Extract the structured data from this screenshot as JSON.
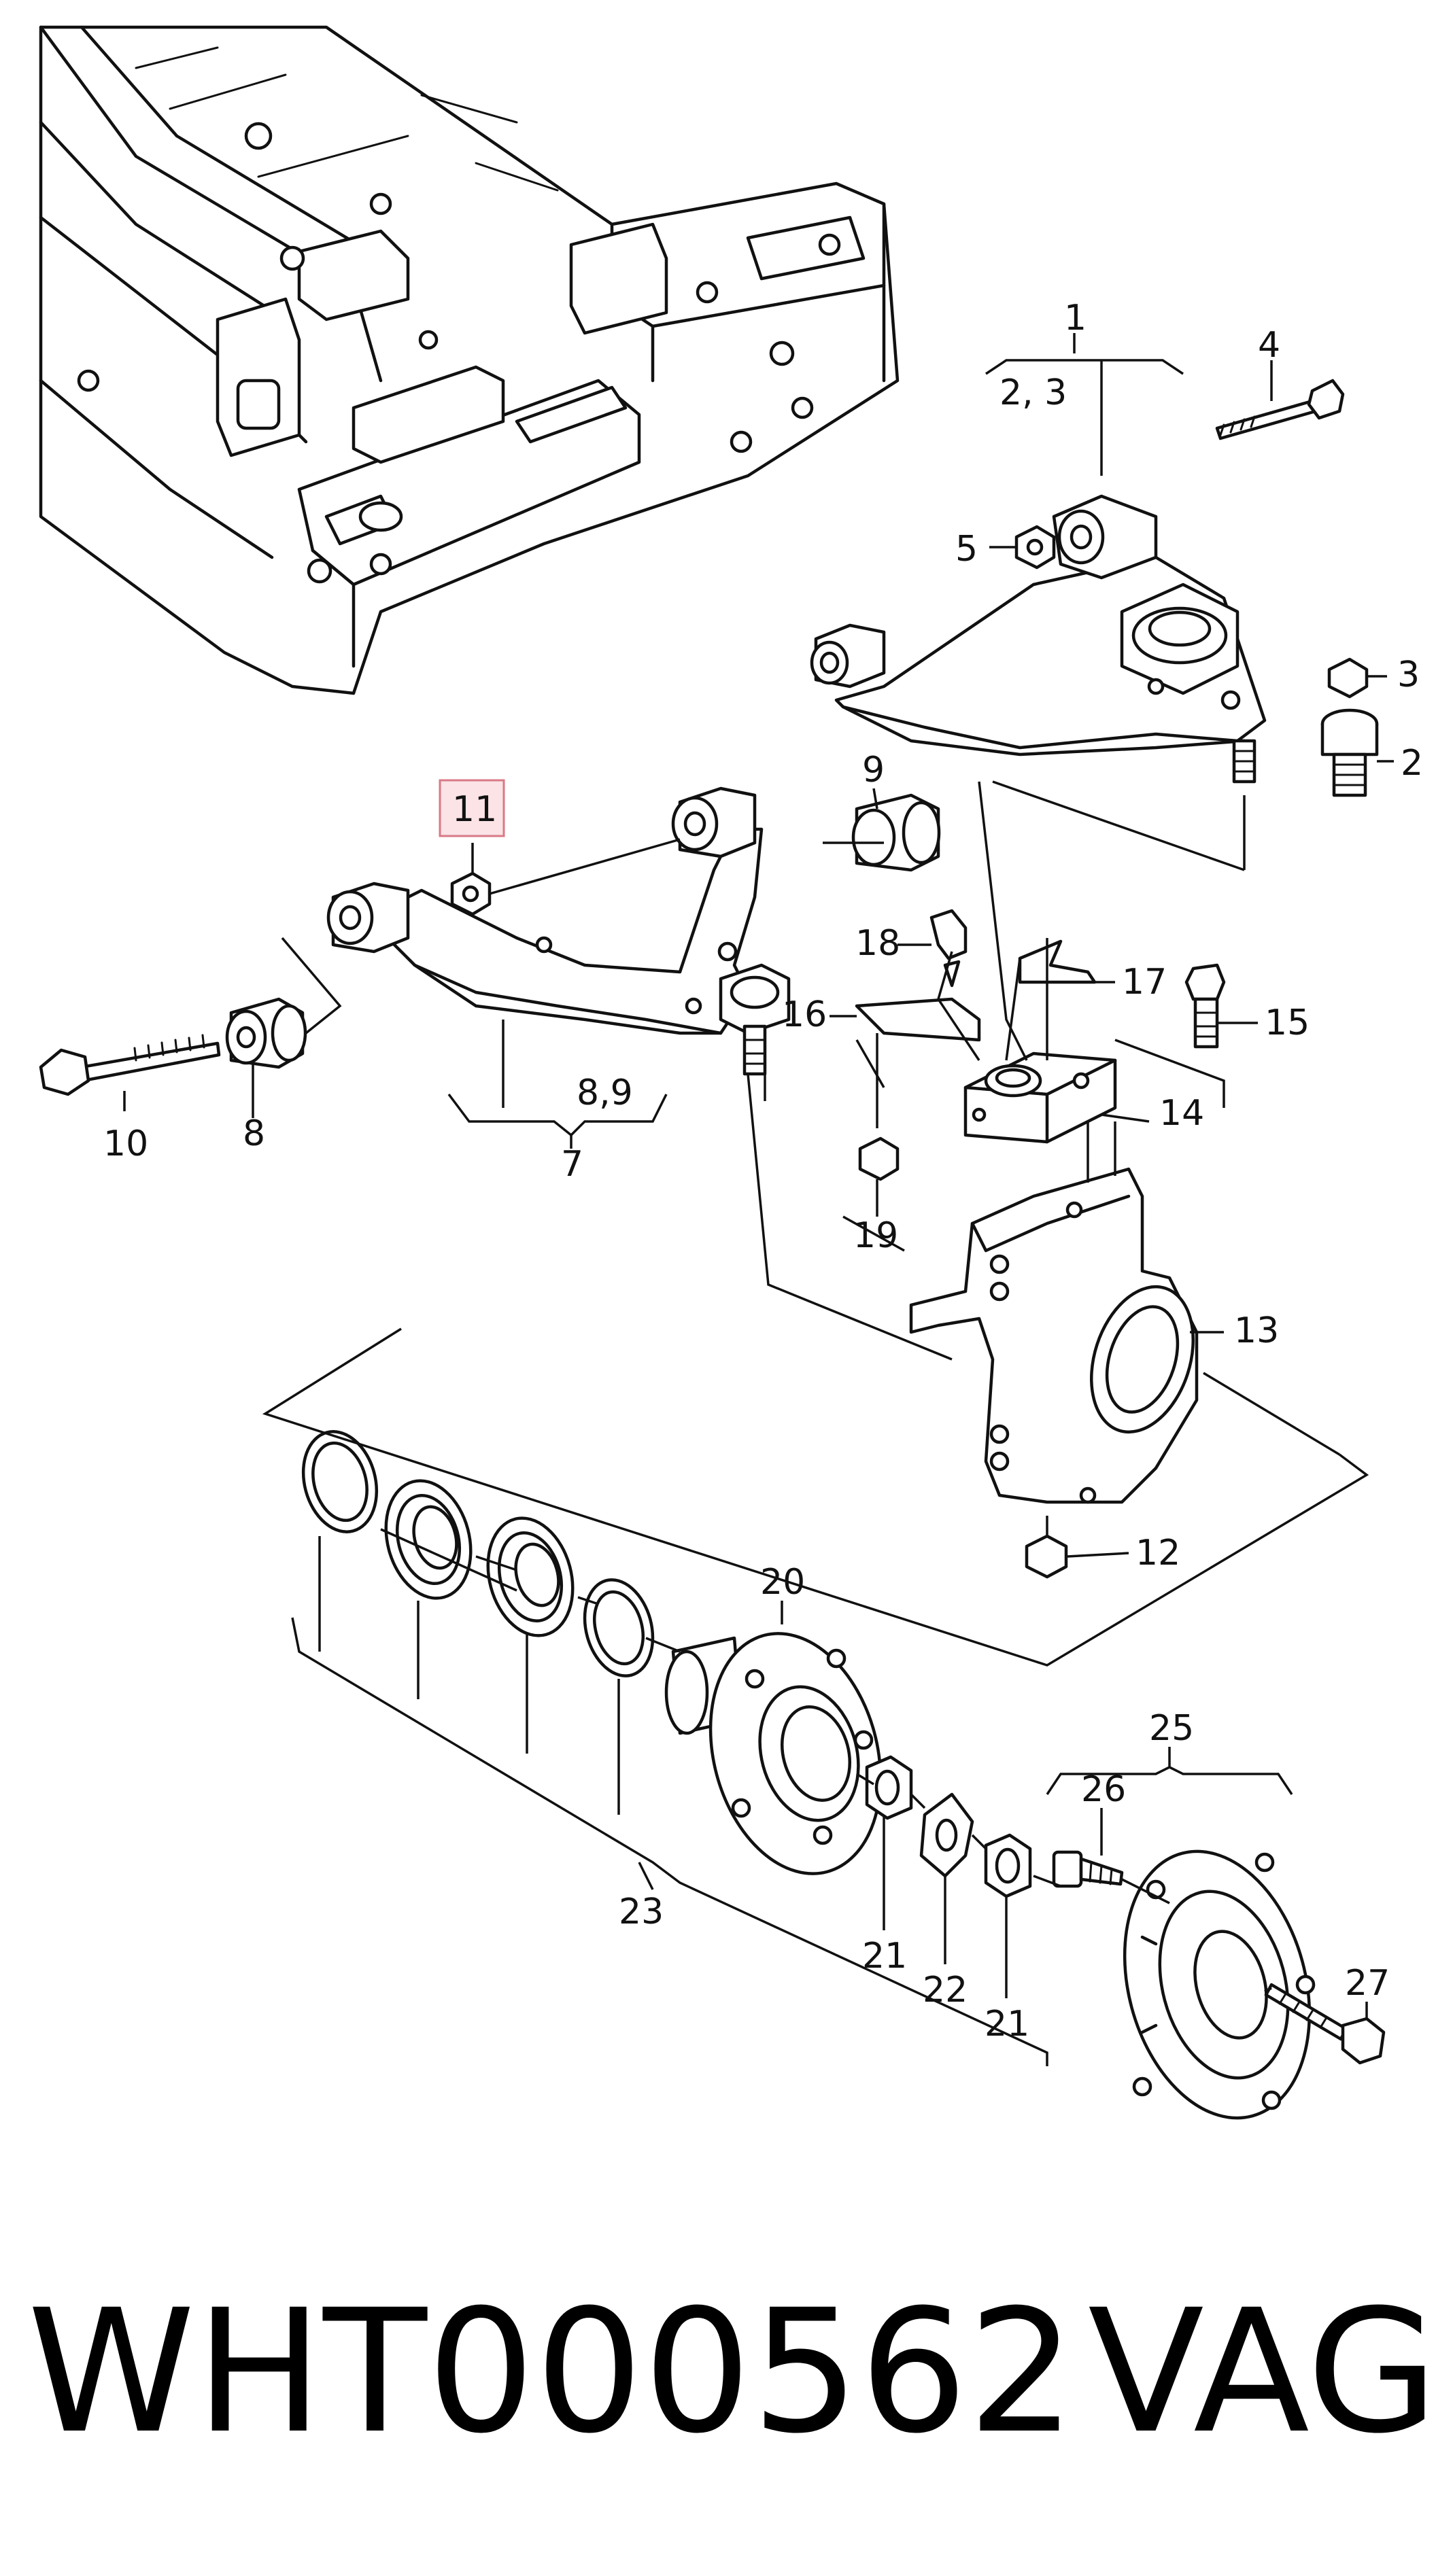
{
  "diagram": {
    "callouts": {
      "c1": "1",
      "c2_3": "2, 3",
      "c4": "4",
      "c5": "5",
      "c3": "3",
      "c2": "2",
      "c9": "9",
      "c11": "11",
      "c18": "18",
      "c17": "17",
      "c16": "16",
      "c15": "15",
      "c10": "10",
      "c8": "8",
      "c8_9": "8,9",
      "c7": "7",
      "c14": "14",
      "c19": "19",
      "c13": "13",
      "c12": "12",
      "c20": "20",
      "c25": "25",
      "c26": "26",
      "c27": "27",
      "c23": "23",
      "c21a": "21",
      "c22": "22",
      "c21b": "21"
    },
    "highlighted_callout": "11",
    "highlight_color": "#fbe3e6"
  },
  "footer": {
    "part_number": "WHT000562",
    "brand": "VAG"
  }
}
